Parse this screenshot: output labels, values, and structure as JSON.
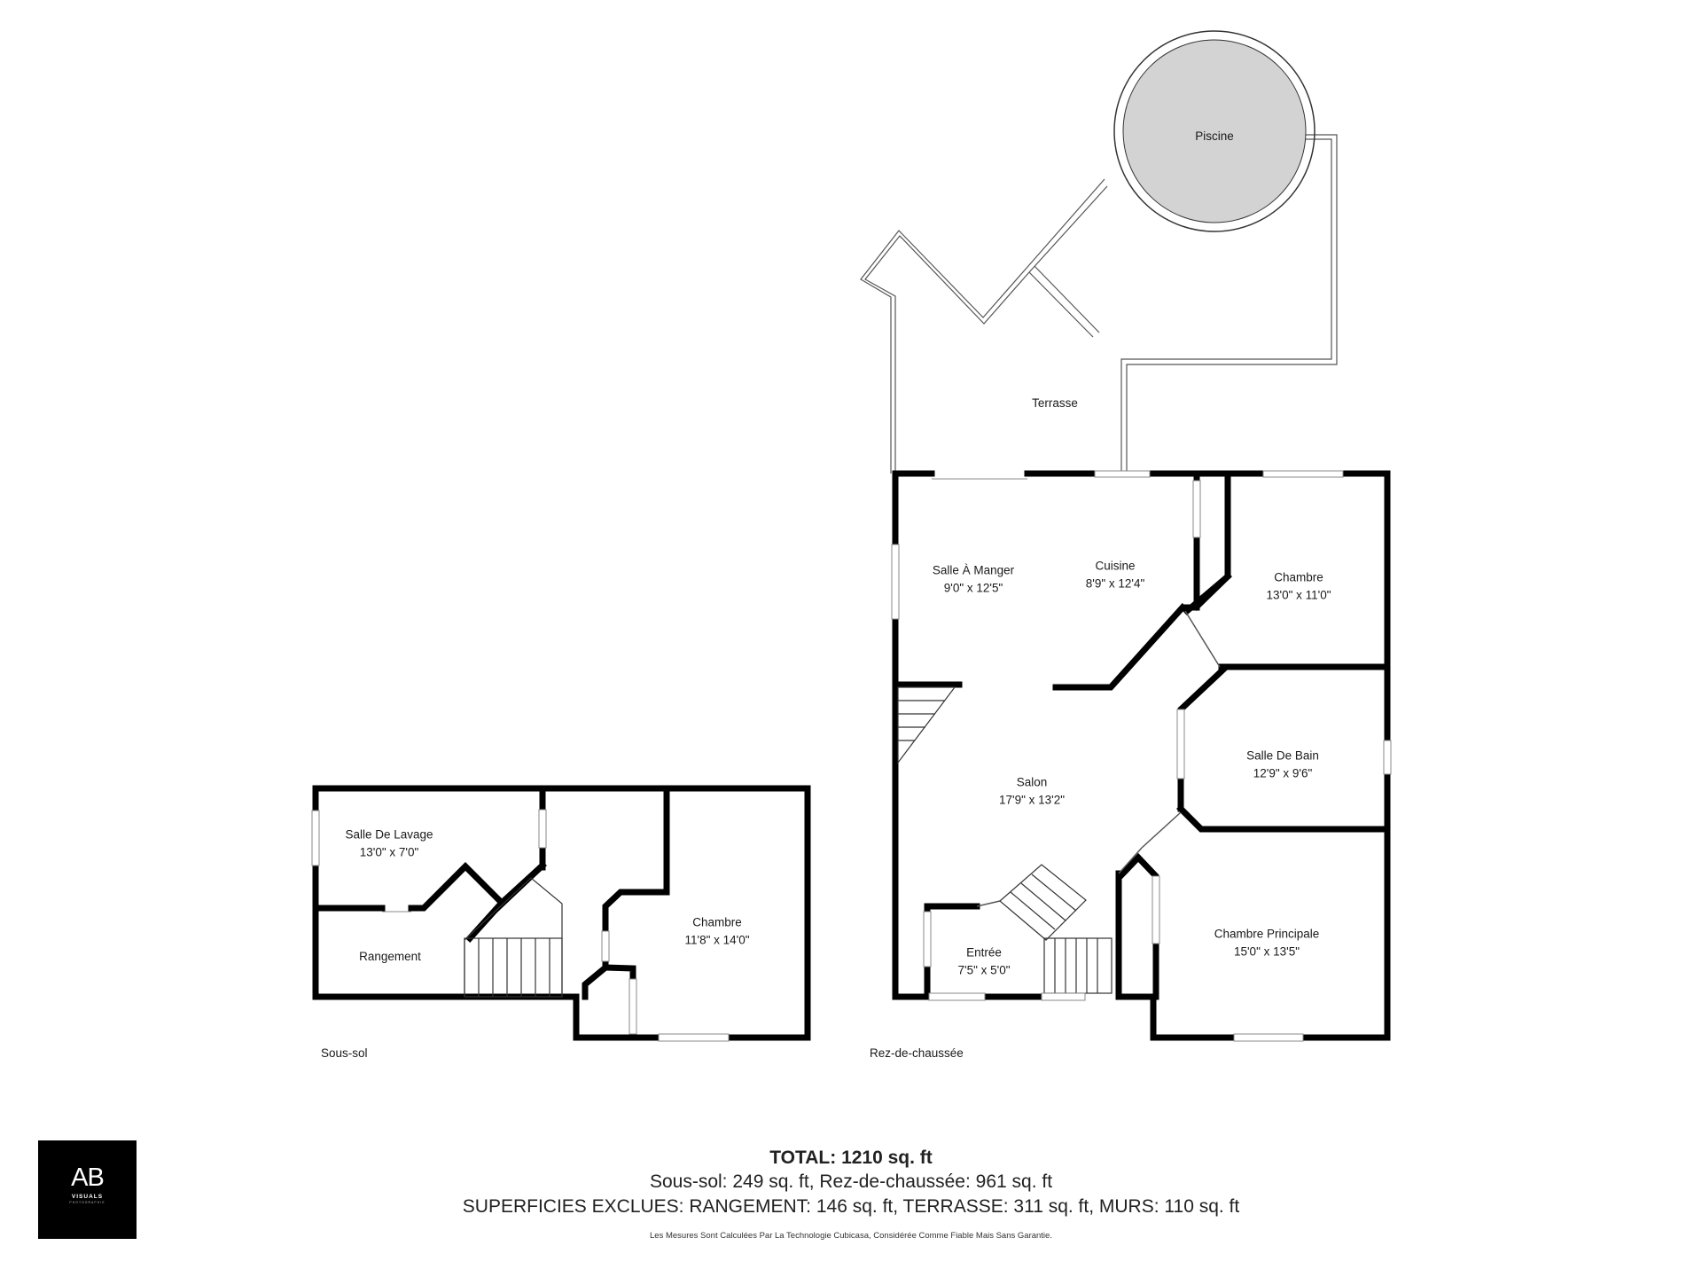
{
  "floors": [
    {
      "label": "Sous-sol"
    },
    {
      "label": "Rez-de-chaussée"
    }
  ],
  "rooms": {
    "piscine": {
      "name": "Piscine",
      "dim": ""
    },
    "terrasse": {
      "name": "Terrasse",
      "dim": ""
    },
    "salle_a_manger": {
      "name": "Salle À Manger",
      "dim": "9'0\" x 12'5\""
    },
    "cuisine": {
      "name": "Cuisine",
      "dim": "8'9\" x 12'4\""
    },
    "chambre_rdc": {
      "name": "Chambre",
      "dim": "13'0\" x 11'0\""
    },
    "salon": {
      "name": "Salon",
      "dim": "17'9\" x 13'2\""
    },
    "salle_de_bain": {
      "name": "Salle De Bain",
      "dim": "12'9\" x 9'6\""
    },
    "entree": {
      "name": "Entrée",
      "dim": "7'5\" x 5'0\""
    },
    "chambre_principale": {
      "name": "Chambre Principale",
      "dim": "15'0\" x 13'5\""
    },
    "salle_de_lavage": {
      "name": "Salle De Lavage",
      "dim": "13'0\" x 7'0\""
    },
    "rangement": {
      "name": "Rangement",
      "dim": ""
    },
    "chambre_ss": {
      "name": "Chambre",
      "dim": "11'8\" x 14'0\""
    }
  },
  "summary": {
    "total": "TOTAL: 1210 sq. ft",
    "breakdown": "Sous-sol: 249 sq. ft, Rez-de-chaussée: 961 sq. ft",
    "excluded": "SUPERFICIES EXCLUES: RANGEMENT: 146 sq. ft, TERRASSE: 311 sq. ft, MURS: 110 sq. ft",
    "disclaimer": "Les Mesures Sont Calculées Par La Technologie Cubicasa, Considérée Comme Fiable Mais Sans Garantie."
  },
  "logo": {
    "mark": "AB",
    "sub": "VISUALS",
    "sub2": "PHOTOGRAPHIE"
  },
  "colors": {
    "wall": "#000000",
    "pool_fill": "#d3d3d3",
    "window": "#9a9a9a",
    "background": "#ffffff"
  }
}
